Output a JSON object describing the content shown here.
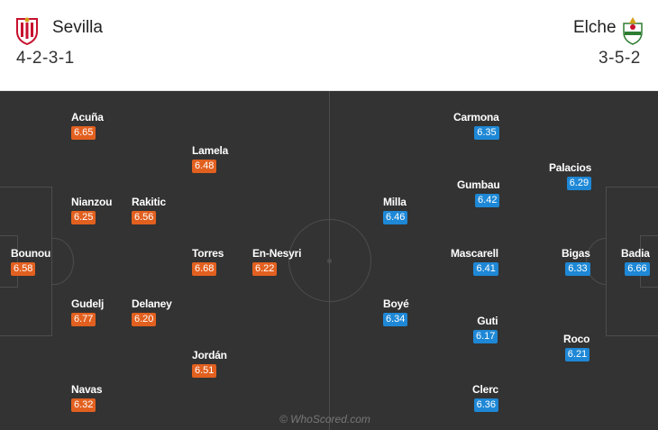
{
  "home": {
    "name": "Sevilla",
    "formation": "4-2-3-1",
    "badge_icon": "sevilla-crest-icon",
    "rating_color": "#e2601f",
    "players": [
      {
        "name": "Acuña",
        "rating": "6.65"
      },
      {
        "name": "Lamela",
        "rating": "6.48"
      },
      {
        "name": "Nianzou",
        "rating": "6.25"
      },
      {
        "name": "Rakitic",
        "rating": "6.56"
      },
      {
        "name": "Bounou",
        "rating": "6.58"
      },
      {
        "name": "Torres",
        "rating": "6.68"
      },
      {
        "name": "En-Nesyri",
        "rating": "6.22"
      },
      {
        "name": "Gudelj",
        "rating": "6.77"
      },
      {
        "name": "Delaney",
        "rating": "6.20"
      },
      {
        "name": "Jordán",
        "rating": "6.51"
      },
      {
        "name": "Navas",
        "rating": "6.32"
      }
    ]
  },
  "away": {
    "name": "Elche",
    "formation": "3-5-2",
    "badge_icon": "elche-crest-icon",
    "rating_color": "#1e88d6",
    "players": [
      {
        "name": "Carmona",
        "rating": "6.35"
      },
      {
        "name": "Palacios",
        "rating": "6.29"
      },
      {
        "name": "Gumbau",
        "rating": "6.42"
      },
      {
        "name": "Milla",
        "rating": "6.46"
      },
      {
        "name": "Mascarell",
        "rating": "6.41"
      },
      {
        "name": "Bigas",
        "rating": "6.33"
      },
      {
        "name": "Badia",
        "rating": "6.66"
      },
      {
        "name": "Boyé",
        "rating": "6.34"
      },
      {
        "name": "Guti",
        "rating": "6.17"
      },
      {
        "name": "Roco",
        "rating": "6.21"
      },
      {
        "name": "Clerc",
        "rating": "6.36"
      }
    ]
  },
  "watermark": "© WhoScored.com"
}
